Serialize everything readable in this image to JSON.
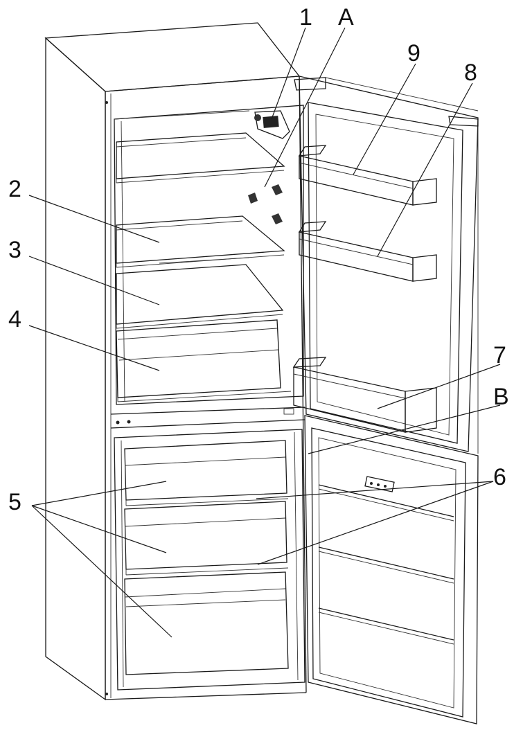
{
  "callouts": {
    "c1": "1",
    "cA": "A",
    "c9": "9",
    "c8": "8",
    "c2": "2",
    "c3": "3",
    "c4": "4",
    "c7": "7",
    "cB": "B",
    "c5": "5",
    "c6": "6"
  }
}
